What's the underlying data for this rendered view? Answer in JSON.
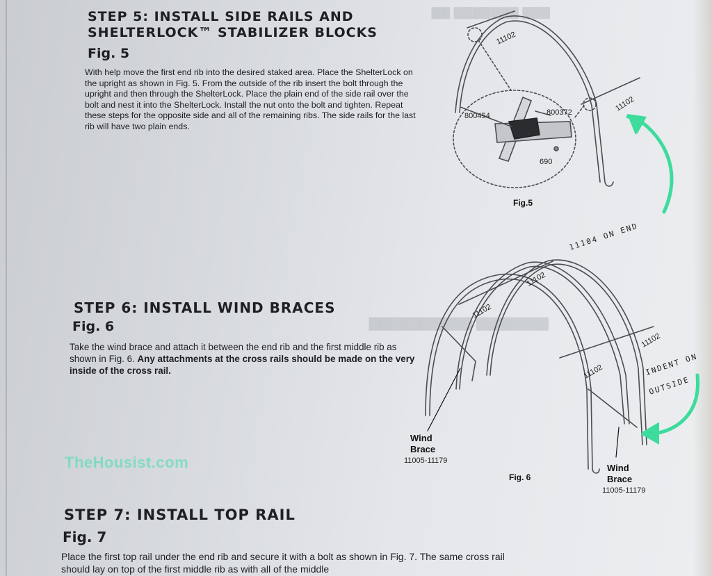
{
  "step5": {
    "heading": "STEP 5: INSTALL SIDE RAILS AND SHELTERLOCK™ STABILIZER BLOCKS",
    "figure": "Fig. 5",
    "body": "With help move the first end rib into the desired staked area. Place the ShelterLock on the upright as shown in Fig. 5. From the outside of the rib insert the bolt through the upright and then through the ShelterLock. Place the plain end of the side rail over the bolt and nest it into the ShelterLock. Install the nut onto the bolt and tighten. Repeat these steps for the opposite side and all of the remaining ribs. The side rails for the last rib will have two plain ends."
  },
  "fig5": {
    "caption": "Fig.5",
    "parts": [
      "11102",
      "11102",
      "800454",
      "800372",
      "690"
    ],
    "note": "11104 ON END"
  },
  "step6": {
    "heading": "STEP 6: INSTALL WIND BRACES",
    "figure": "Fig. 6",
    "body_plain": "Take the wind brace and attach it between the end rib and the first middle rib as shown in Fig. 6. ",
    "body_bold": "Any attachments at the cross rails should be made on the very inside of the cross rail."
  },
  "fig6": {
    "caption": "Fig. 6",
    "parts": [
      "11102",
      "11102",
      "11102",
      "11102"
    ],
    "brace_left": {
      "line1": "Wind",
      "line2": "Brace",
      "part": "11005-11179"
    },
    "brace_right": {
      "line1": "Wind",
      "line2": "Brace",
      "part": "11005-11179"
    },
    "note_line1": "INDENT ON",
    "note_line2": "OUTSIDE"
  },
  "watermark": "TheHousist.com",
  "step7": {
    "heading": "STEP 7: INSTALL TOP RAIL",
    "figure": "Fig. 7",
    "body": "Place the first top rail under the end rib and secure it with a bolt as shown in Fig. 7. The same cross rail should lay on top of the first middle rib as with all of the middle"
  },
  "colors": {
    "arrow": "#3ddc9c",
    "ink": "#1d1f22"
  }
}
